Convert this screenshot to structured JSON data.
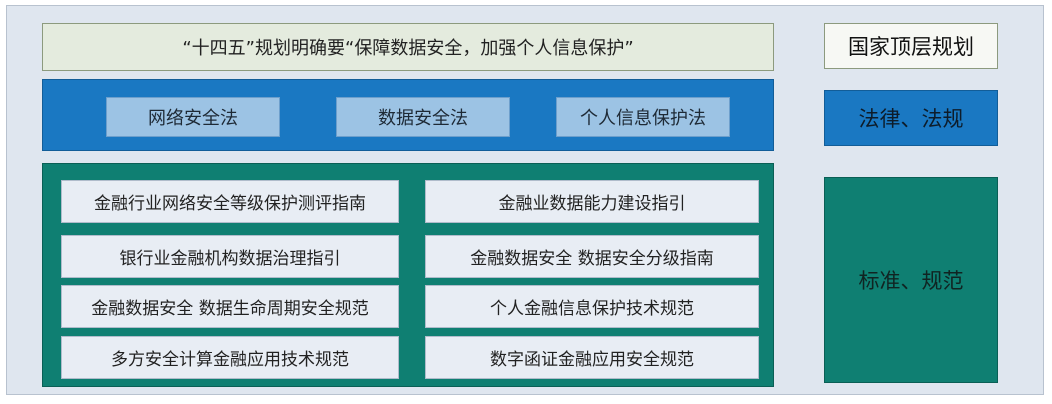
{
  "top_banner": "“十四五”规划明确要“保障数据安全，加强个人信息保护”",
  "laws": [
    "网络安全法",
    "数据安全法",
    "个人信息保护法"
  ],
  "standards": [
    "金融行业网络安全等级保护测评指南",
    "金融业数据能力建设指引",
    "银行业金融机构数据治理指引",
    "金融数据安全 数据安全分级指南",
    "金融数据安全 数据生命周期安全规范",
    "个人金融信息保护技术规范",
    "多方安全计算金融应用技术规范",
    "数字函证金融应用安全规范"
  ],
  "side_labels": {
    "national": "国家顶层规划",
    "law": "法律、法规",
    "standard": "标准、规范"
  }
}
